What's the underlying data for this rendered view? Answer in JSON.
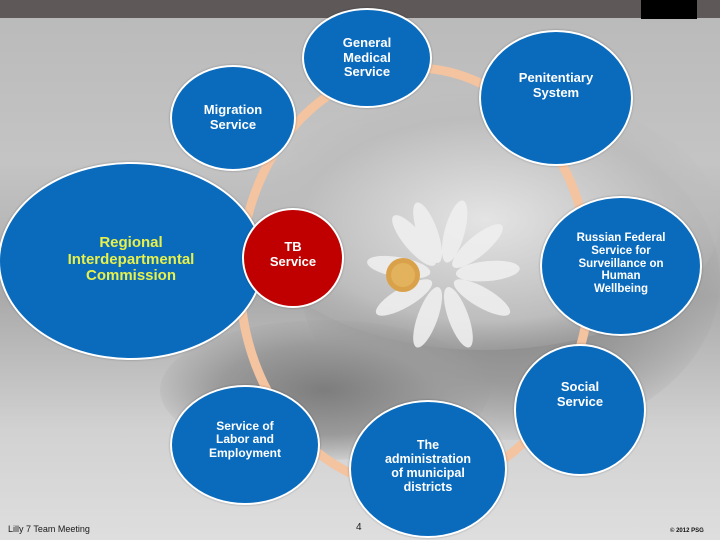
{
  "slide": {
    "top_bar_color": "#5e5858",
    "accent_block_color": "#000000"
  },
  "diagram": {
    "connector_color": "#f4c3a0",
    "node_color": "#0a6bbd",
    "highlight_color": "#c00000",
    "main_text_color": "#e8f04a",
    "nodes": [
      {
        "id": "general-medical",
        "label": "General\nMedical\nService"
      },
      {
        "id": "penitentiary",
        "label": "Penitentiary\nSystem"
      },
      {
        "id": "migration",
        "label": "Migration\nService"
      },
      {
        "id": "regional-commission",
        "label": "Regional\nInterdepartmental\nCommission"
      },
      {
        "id": "tb-service",
        "label": "TB\nService"
      },
      {
        "id": "russian-federal",
        "label": "Russian Federal\nService for\nSurveillance on\nHuman\nWellbeing"
      },
      {
        "id": "social-service",
        "label": "Social\nService"
      },
      {
        "id": "labor-employment",
        "label": "Service of\nLabor and\nEmployment"
      },
      {
        "id": "municipal-admin",
        "label": "The\nadministration\nof municipal\ndistricts"
      }
    ]
  },
  "footer": {
    "left": "Lilly 7 Team Meeting",
    "page": "4",
    "right": "© 2012 PSG"
  }
}
